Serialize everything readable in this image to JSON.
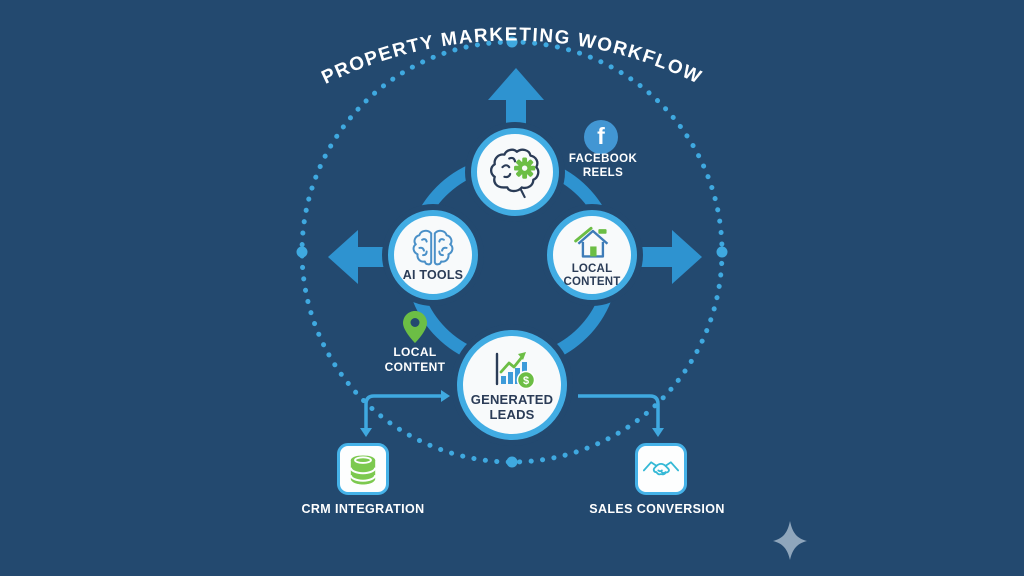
{
  "title": "PROPERTY MARKETING WORKFLOW",
  "colors": {
    "background": "#23496F",
    "ring_blue": "#2E93D0",
    "light_blue": "#41ACE3",
    "dot_blue": "#3FA9E0",
    "green": "#6CBE45",
    "teal": "#35B9D6",
    "facebook_blue": "#4296D3",
    "navy_text": "#2B3C57",
    "white": "#FFFFFF",
    "sparkle_gray": "#8FA6BC"
  },
  "nodes": {
    "ai_engine": {
      "icon": "brain-gear-icon"
    },
    "ai_tools": {
      "label": "AI TOOLS",
      "icon": "brain-icon"
    },
    "local_content": {
      "label": "LOCAL CONTENT",
      "icon": "house-icon"
    },
    "generated_leads": {
      "label": "GENERATED LEADS",
      "icon": "bar-chart-icon"
    }
  },
  "annotations": {
    "facebook_reels": {
      "label": "FACEBOOK REELS",
      "icon_letter": "f"
    },
    "local_content_pin": {
      "label": "LOCAL CONTENT"
    }
  },
  "outputs": {
    "crm": {
      "label": "CRM INTEGRATION",
      "icon": "database-icon"
    },
    "sales": {
      "label": "SALES CONVERSION",
      "icon": "handshake-icon"
    }
  },
  "badges": {
    "dollar": "$"
  }
}
